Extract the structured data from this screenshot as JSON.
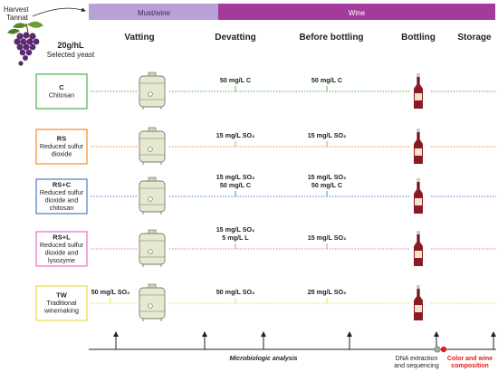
{
  "header": {
    "harvest_line1": "Harvest",
    "harvest_line2": "Tannat",
    "yeast_dose": "20g/hL",
    "yeast_label": "Selected yeast",
    "bar_must": "Must/wine",
    "bar_wine": "Wine",
    "colors": {
      "must_bar": "#b9a1d8",
      "wine_bar": "#a53a9d"
    }
  },
  "stages": {
    "vatting": "Vatting",
    "devatting": "Devatting",
    "before_bottling": "Before bottling",
    "bottling": "Bottling",
    "storage": "Storage"
  },
  "treatments": [
    {
      "code": "C",
      "name_lines": [
        "Chitosan"
      ],
      "color": "#4caf50",
      "vatting_text": [],
      "devatting_text": [
        "50 mg/L C"
      ],
      "before_bottling_text": [
        "50 mg/L C"
      ]
    },
    {
      "code": "RS",
      "name_lines": [
        "Reduced sulfur",
        "dioxide"
      ],
      "color": "#f28c28",
      "vatting_text": [],
      "devatting_text": [
        "15 mg/L SO₂"
      ],
      "before_bottling_text": [
        "15 mg/L SO₂"
      ]
    },
    {
      "code": "RS+C",
      "name_lines": [
        "Reduced sulfur",
        "dioxide and",
        "chitosan"
      ],
      "color": "#4a7cc9",
      "vatting_text": [],
      "devatting_text": [
        "15 mg/L SO₂",
        "50 mg/L C"
      ],
      "before_bottling_text": [
        "15 mg/L SO₂",
        "50 mg/L C"
      ]
    },
    {
      "code": "RS+L",
      "name_lines": [
        "Reduced sulfur",
        "dioxide and",
        "lysozyme"
      ],
      "color": "#e86fc2",
      "vatting_text": [],
      "devatting_text": [
        "15 mg/L SO₂",
        "5 mg/L L"
      ],
      "before_bottling_text": [
        "15 mg/L SO₂"
      ]
    },
    {
      "code": "TW",
      "name_lines": [
        "Traditional",
        "winemaking"
      ],
      "color": "#e8d84a",
      "vatting_text": [
        "50 mg/L SO₂"
      ],
      "devatting_text": [
        "50 mg/L SO₂"
      ],
      "before_bottling_text": [
        "25 mg/L SO₂"
      ]
    }
  ],
  "timeline": {
    "microbiologic": "Microbiologic analysis",
    "dna_line1": "DNA extraction",
    "dna_line2": "and sequencing",
    "color_line1": "Color and wine",
    "color_line2": "composition",
    "color_text_color": "#e0201b",
    "dna_marker_color": "#aaaaaa",
    "color_marker_color": "#e0201b"
  }
}
